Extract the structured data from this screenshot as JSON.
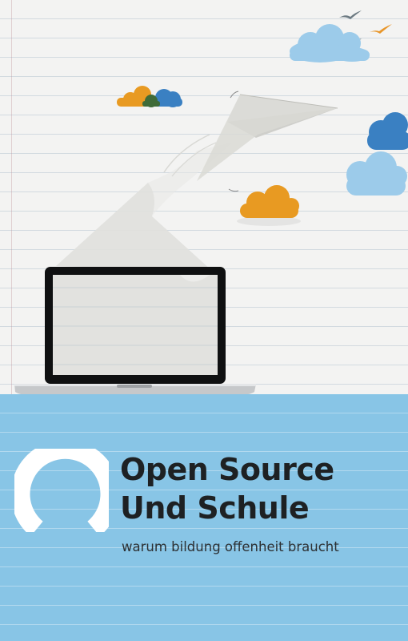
{
  "cover": {
    "title_line1": "Open Source",
    "title_line2": "Und Schule",
    "subtitle": "warum bildung offenheit braucht"
  },
  "colors": {
    "band": "#88c5e6",
    "paper": "#f3f3f2",
    "title_text": "#1e2123",
    "cloud_light": "#9ccbea",
    "cloud_blue": "#3a80c2",
    "cloud_orange": "#e89a22",
    "cloud_green": "#3f6b38",
    "bird_grey": "#6c7a82",
    "bird_orange": "#e8962a",
    "logo": "#ffffff"
  },
  "icons": [
    "bird-icon",
    "cloud-icon",
    "paper-plane-icon",
    "laptop-icon",
    "open-ring-logo-icon"
  ]
}
